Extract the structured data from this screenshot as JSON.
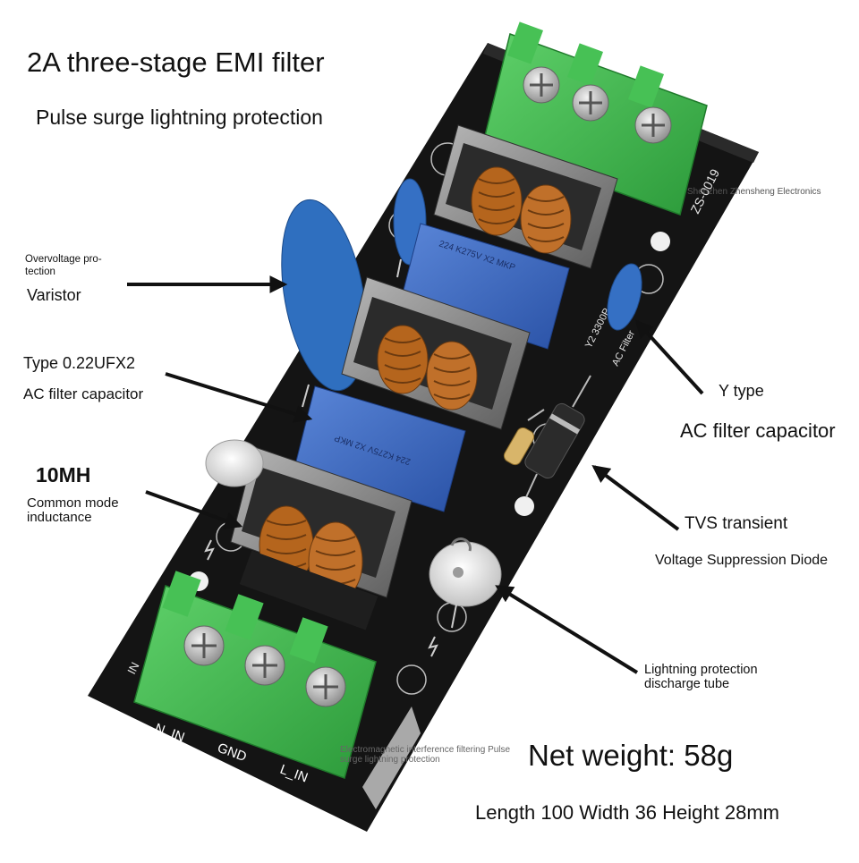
{
  "labels": {
    "title": "2A three-stage EMI filter",
    "subtitle": "Pulse surge lightning protection",
    "overvoltage": "Overvoltage pro-\ntection",
    "varistor": "Varistor",
    "type_cap": "Type 0.22UFX2",
    "ac_filter_cap_left": "AC filter capacitor",
    "inductance_value": "10MH",
    "common_mode": "Common mode inductance",
    "y_type": "Y type",
    "ac_filter_cap_right": "AC filter capacitor",
    "tvs": "TVS transient",
    "voltage_suppression": "Voltage Suppression Diode",
    "lightning_tube": "Lightning protection discharge tube",
    "net_weight": "Net weight: 58g",
    "dimensions": "Length 100 Width 36 Height 28mm"
  },
  "watermarks": {
    "top": "Shenzhen Zhensheng Electronics",
    "bottom": "Electromagnetic interference filtering Pulse surge lightning protection"
  },
  "board": {
    "model": "ZS-0019",
    "terminals_bottom": [
      "N_IN",
      "GND",
      "L_IN"
    ],
    "in_mark": "IN",
    "y2_cap_text": "Y2 3300P",
    "ac_filter_text": "AC Filter"
  },
  "colors": {
    "pcb": "#141414",
    "terminal": "#3bb54a",
    "capacitor_blue": "#3b68c2",
    "varistor_blue": "#2f6fbf",
    "coil_copper": "#b5651d",
    "ferrite": "#7c7c7c"
  }
}
